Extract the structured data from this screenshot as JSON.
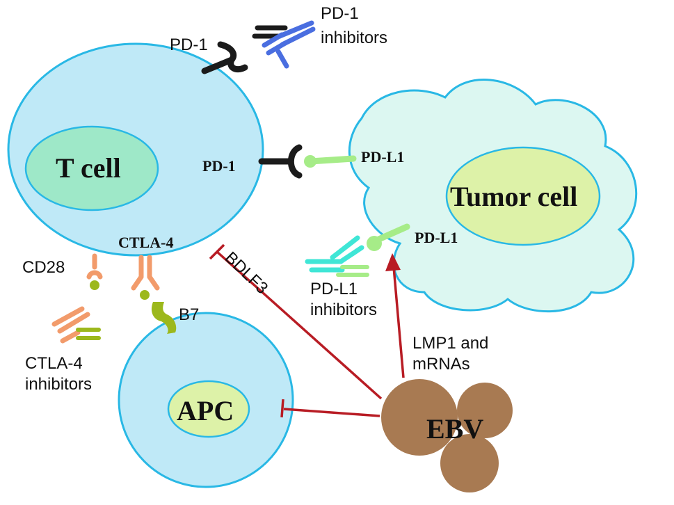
{
  "cells": {
    "t_cell": "T cell",
    "tumor_cell": "Tumor cell",
    "apc": "APC",
    "ebv": "EBV"
  },
  "labels": {
    "pd1_top": "PD-1",
    "pd1_inhibitors_line1": "PD-1",
    "pd1_inhibitors_line2": "inhibitors",
    "pd1_mid": "PD-1",
    "pdl1_top": "PD-L1",
    "pdl1_bottom": "PD-L1",
    "ctla4": "CTLA-4",
    "cd28": "CD28",
    "b7": "B7",
    "ctla4_inhibitors_line1": "CTLA-4",
    "ctla4_inhibitors_line2": "inhibitors",
    "pdl1_inhibitors_line1": "PD-L1",
    "pdl1_inhibitors_line2": "inhibitors",
    "bdlf3": "BDLF3",
    "lmp1_line1": "LMP1 and",
    "lmp1_line2": "mRNAs"
  },
  "colors": {
    "cell_fill": "#bfe9f7",
    "cell_stroke": "#29b8e5",
    "nucleus_t": "#9ee8c8",
    "nucleus_tumor": "#ddf2a8",
    "tumor_fill": "#dcf7f1",
    "ebv": "#a87a52",
    "pd1_receptor": "#1b1b1b",
    "pd1_inhibitor": "#4a6ee0",
    "pdl1": "#a6ec88",
    "pdl1_inhibitor": "#3fe6d6",
    "ctla4_orange": "#f29b6b",
    "b7_green": "#9cb81c",
    "inhibit_red": "#b81c24"
  }
}
